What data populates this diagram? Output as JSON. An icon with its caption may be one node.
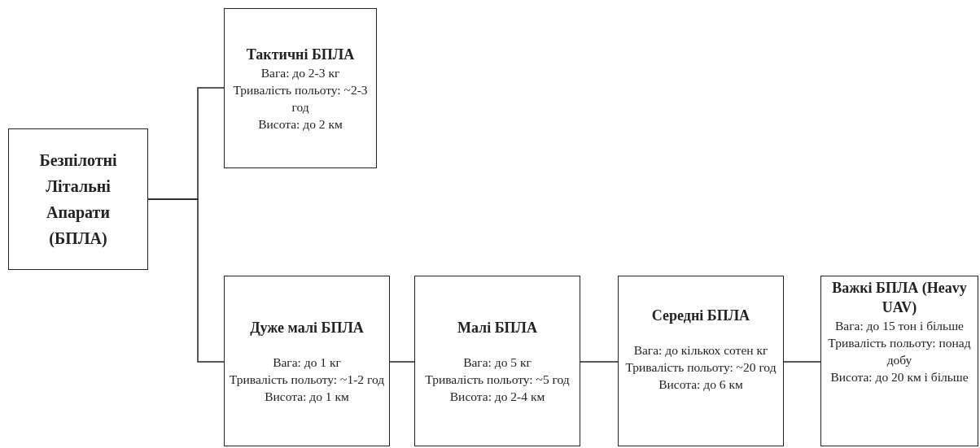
{
  "diagram": {
    "nodes": [
      {
        "text": [
          "Безпілотні Літальні Апарати (БПЛА)"
        ]
      },
      {
        "text": [
          "Тактичні БПЛА",
          "Вага: до 2-3 кг",
          "Тривалість польоту: ~2-3 год",
          "Висота: до 2 км"
        ]
      },
      {
        "text": [
          "Дуже малі БПЛА",
          "Вага: до 1 кг",
          "Тривалість польоту: ~1-2 год",
          "Висота: до 1 км"
        ]
      },
      {
        "text": [
          "Малі БПЛА",
          "Вага: до 5 кг",
          "Тривалість польоту: ~5 год",
          "Висота: до 2-4 км"
        ]
      },
      {
        "text": [
          "Середні БПЛА",
          "Вага: до кількох сотен кг",
          "Тривалість польоту: ~20 год",
          "Висота: до 6 км"
        ]
      },
      {
        "text": [
          "Важкі БПЛА (Heavy UAV)",
          "Вага: до 15 тон і більше",
          "Тривалість польоту: понад добу",
          "Висота:  до 20 км і більше"
        ]
      }
    ],
    "edges": [
      {
        "from": 0,
        "to": 1,
        "arrow": "none"
      },
      {
        "from": 0,
        "to": 2,
        "arrow": "none"
      },
      {
        "from": 2,
        "to": 3,
        "arrow": "none"
      },
      {
        "from": 3,
        "to": 4,
        "arrow": "none"
      },
      {
        "from": 4,
        "to": 5,
        "arrow": "none"
      }
    ]
  }
}
